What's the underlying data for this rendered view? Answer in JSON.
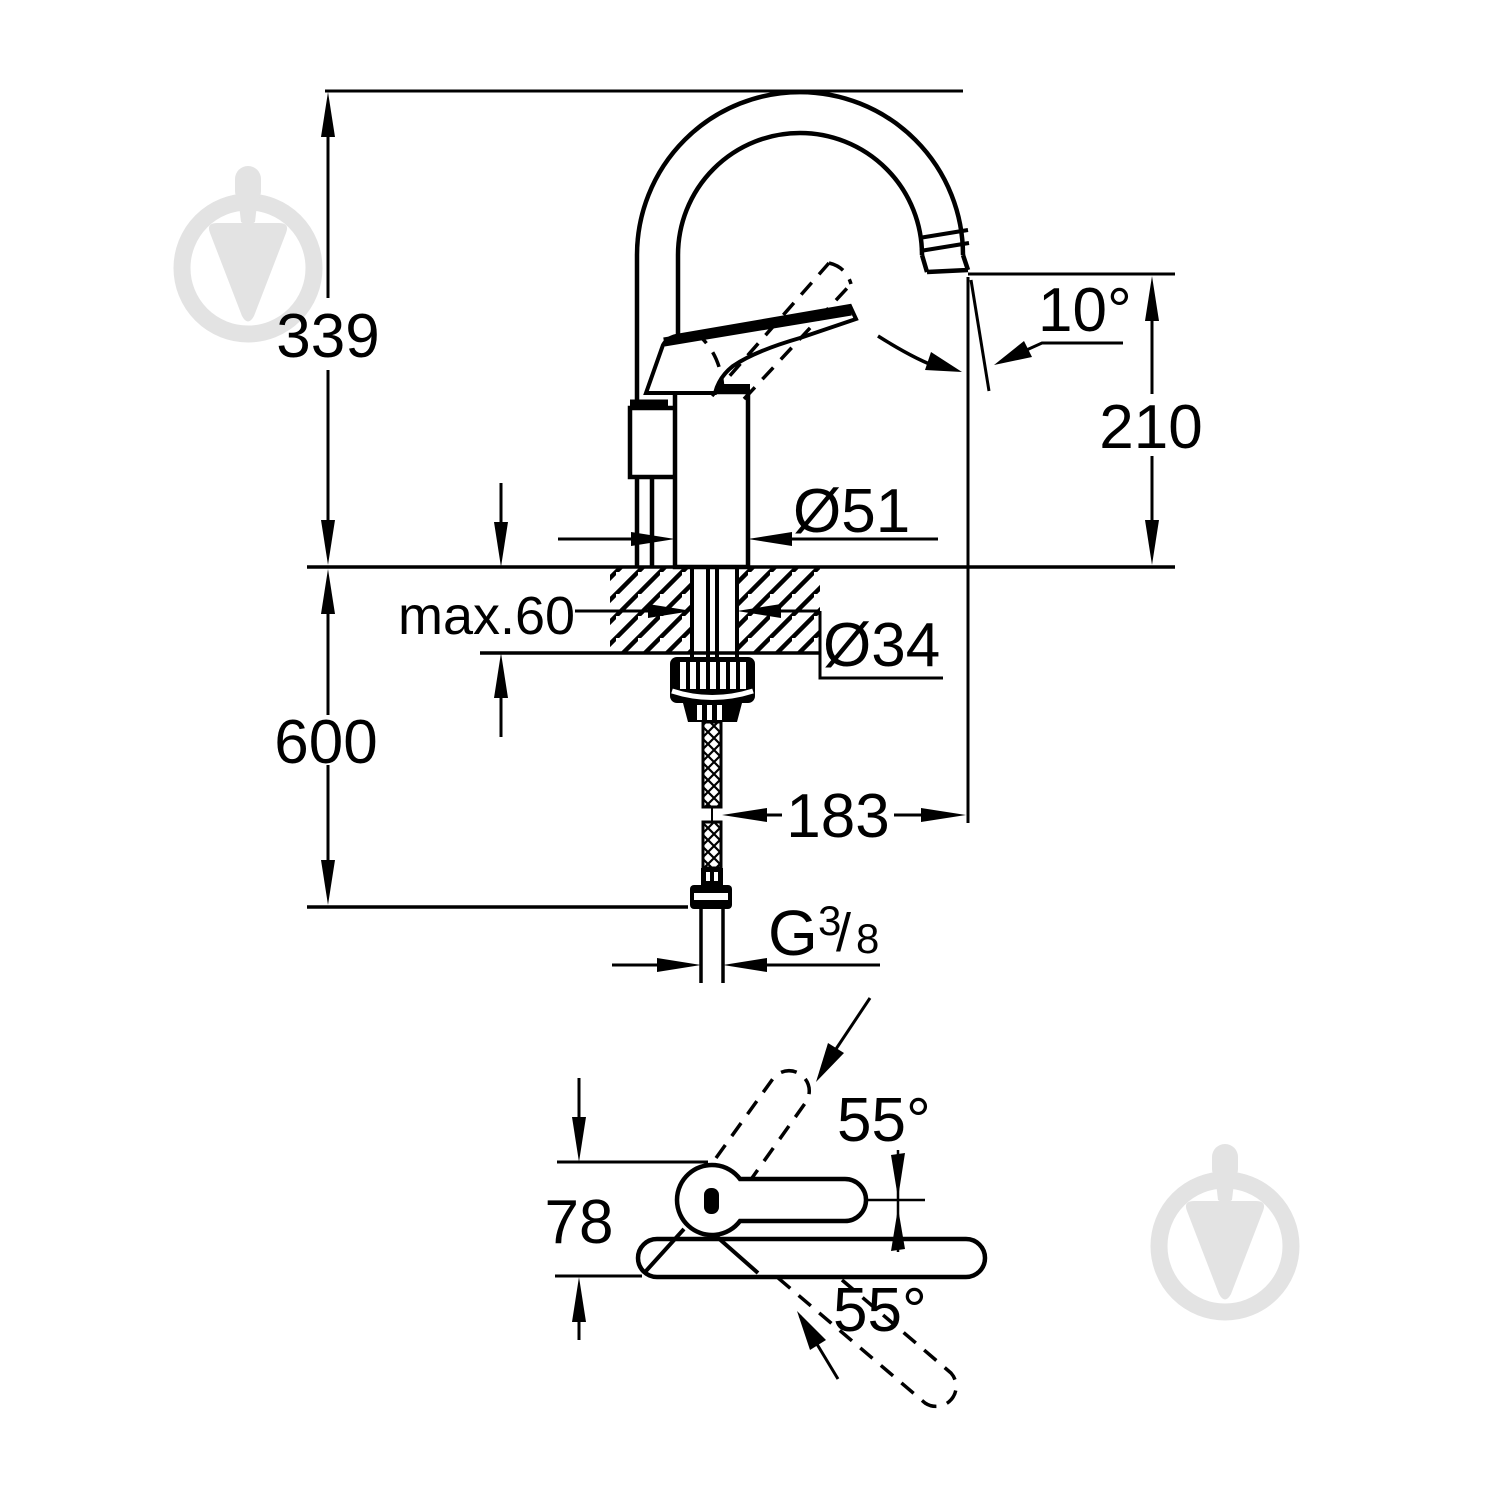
{
  "colors": {
    "line": "#000000",
    "watermark": "#e3e3e3",
    "background": "#ffffff"
  },
  "front_view": {
    "labels": {
      "total_height": "339",
      "spout_height": "210",
      "swivel_tilt": "10°",
      "base_diameter": "Ø51",
      "max_deck_thickness": "max.60",
      "hole_diameter": "Ø34",
      "hose_length": "600",
      "spout_reach": "183",
      "thread": {
        "letter": "G",
        "numerator": "3",
        "slash": "/",
        "denominator": "8"
      }
    }
  },
  "top_view": {
    "labels": {
      "handle_width": "78",
      "handle_swing_up": "55°",
      "handle_swing_down": "55°"
    }
  },
  "icons": {
    "watermark": "trowel-in-circle"
  }
}
